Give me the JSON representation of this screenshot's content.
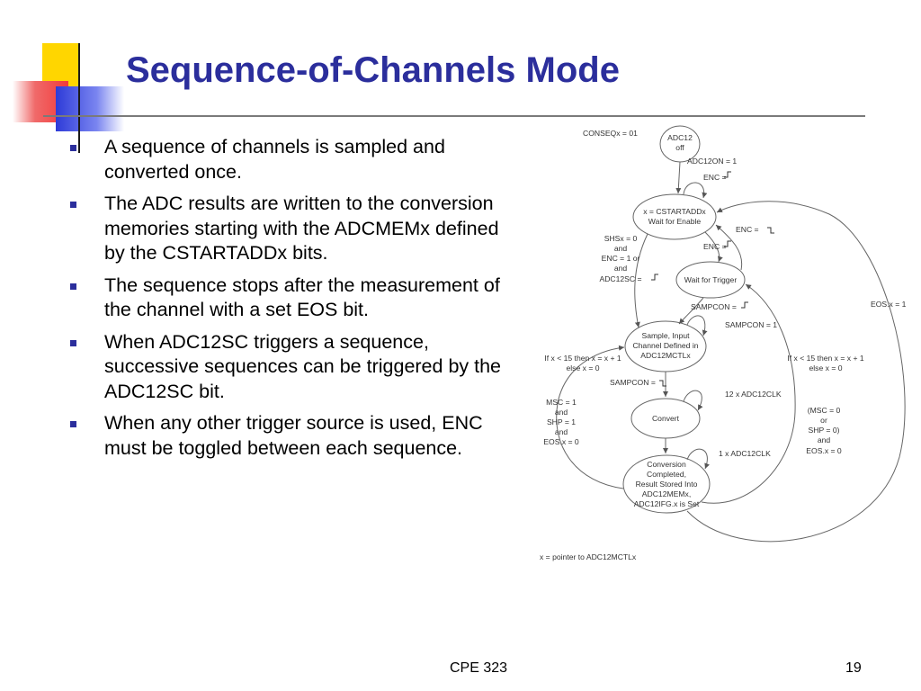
{
  "slide": {
    "title": "Sequence-of-Channels Mode",
    "bullets": [
      "A sequence of channels is sampled and converted once.",
      "The ADC results are written to the conversion memories starting with the ADCMEMx defined by the CSTARTADDx bits.",
      "The sequence stops after the measurement of the channel with a set EOS bit.",
      "When ADC12SC triggers a sequence, successive sequences can be triggered by the ADC12SC bit.",
      "When any other trigger source is used, ENC must be toggled between each sequence."
    ],
    "footer": {
      "center": "CPE 323",
      "page": "19"
    }
  },
  "diagram": {
    "states": {
      "off": [
        "ADC12",
        "off"
      ],
      "enable": [
        "x = CSTARTADDx",
        "Wait for Enable"
      ],
      "trigger": [
        "Wait for Trigger"
      ],
      "sample": [
        "Sample, Input",
        "Channel Defined in",
        "ADC12MCTLx"
      ],
      "convert": [
        "Convert"
      ],
      "completed": [
        "Conversion",
        "Completed,",
        "Result Stored Into",
        "ADC12MEMx,",
        "ADC12IFG.x is Set"
      ]
    },
    "labels": {
      "conseq": "CONSEQx = 01",
      "adc12on": "ADC12ON = 1",
      "enc_rise": "ENC =",
      "enc_fall": "ENC  =",
      "enc_rise2": "ENC =",
      "shs_block": [
        "SHSx = 0",
        "and",
        "ENC = 1 or",
        "and",
        "ADC12SC ="
      ],
      "sampcon_rise": "SAMPCON =",
      "sampcon1": "SAMPCON = 1",
      "left_if": [
        "If x < 15 then x = x + 1",
        "else x = 0"
      ],
      "right_if": [
        "If x < 15 then x = x + 1",
        "else x = 0"
      ],
      "sampcon_fall": "SAMPCON =",
      "clk12": "12 x ADC12CLK",
      "clk1": "1 x ADC12CLK",
      "left_cond": [
        "MSC = 1",
        "and",
        "SHP = 1",
        "and",
        "EOS.x = 0"
      ],
      "right_cond": [
        "(MSC = 0",
        "or",
        "SHP = 0)",
        "and",
        "EOS.x = 0"
      ],
      "eos": "EOS.x = 1",
      "footnote": "x = pointer to ADC12MCTLx"
    }
  }
}
